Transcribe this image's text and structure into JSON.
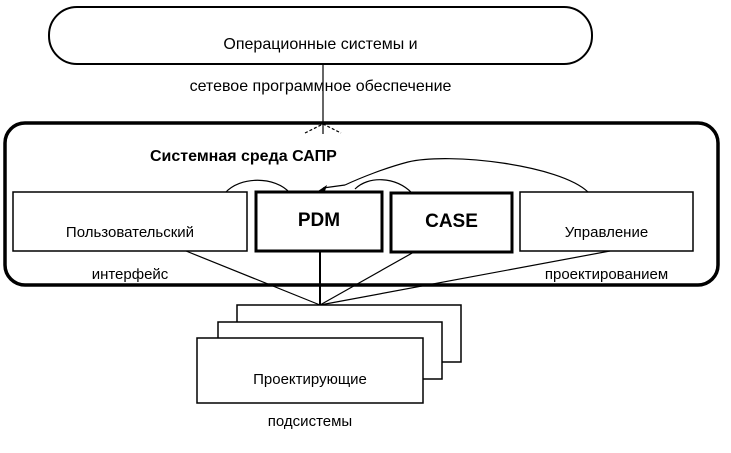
{
  "diagram": {
    "top_box": {
      "line1": "Операционные системы и",
      "line2": "сетевое программное обеспечение"
    },
    "environment_title": "Системная среда САПР",
    "components": {
      "user_interface": {
        "line1": "Пользовательский",
        "line2": "интерфейс"
      },
      "pdm": "PDM",
      "case": "CASE",
      "design_management": {
        "line1": "Управление",
        "line2": "проектированием"
      }
    },
    "subsystems": {
      "line1": "Проектирующие",
      "line2": "подсистемы"
    }
  }
}
